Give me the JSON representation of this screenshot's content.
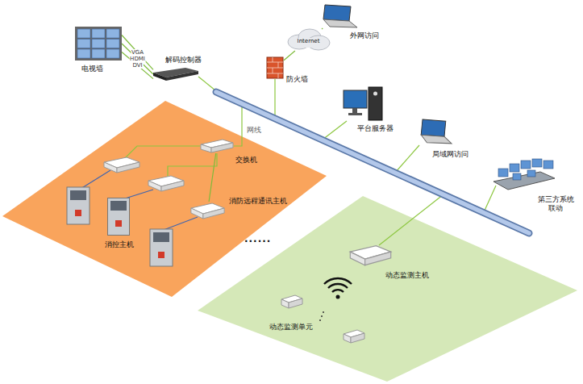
{
  "diagram": {
    "nodes": [
      {
        "text": [
          "电视墙"
        ]
      },
      {
        "text": [
          "解码控制器"
        ]
      },
      {
        "text": [
          "Internet"
        ]
      },
      {
        "text": [
          "外网访问"
        ]
      },
      {
        "text": [
          "防火墙"
        ]
      },
      {
        "text": [
          "平台服务器"
        ]
      },
      {
        "text": [
          "局域网访问"
        ]
      },
      {
        "text": [
          "第三方系统 联动"
        ]
      },
      {
        "text": [
          "交换机"
        ]
      },
      {
        "text": [
          "消防远程通讯主机"
        ]
      },
      {
        "text": [
          "消控主机"
        ]
      },
      {
        "text": [
          "动态监测主机"
        ]
      },
      {
        "text": [
          "动态监测单元"
        ]
      }
    ],
    "edges": [
      {
        "from": 0,
        "to": 1,
        "label": "VGA",
        "arrow": "none"
      },
      {
        "from": 0,
        "to": 1,
        "label": "HDMI",
        "arrow": "none"
      },
      {
        "from": 0,
        "to": 1,
        "label": "DVI",
        "arrow": "none"
      },
      {
        "from": 3,
        "to": 2,
        "arrow": "none"
      },
      {
        "from": 4,
        "to": 2,
        "arrow": "none"
      },
      {
        "from": 8,
        "to": 9,
        "arrow": "none"
      }
    ],
    "labels": [
      "网线",
      "......"
    ]
  }
}
